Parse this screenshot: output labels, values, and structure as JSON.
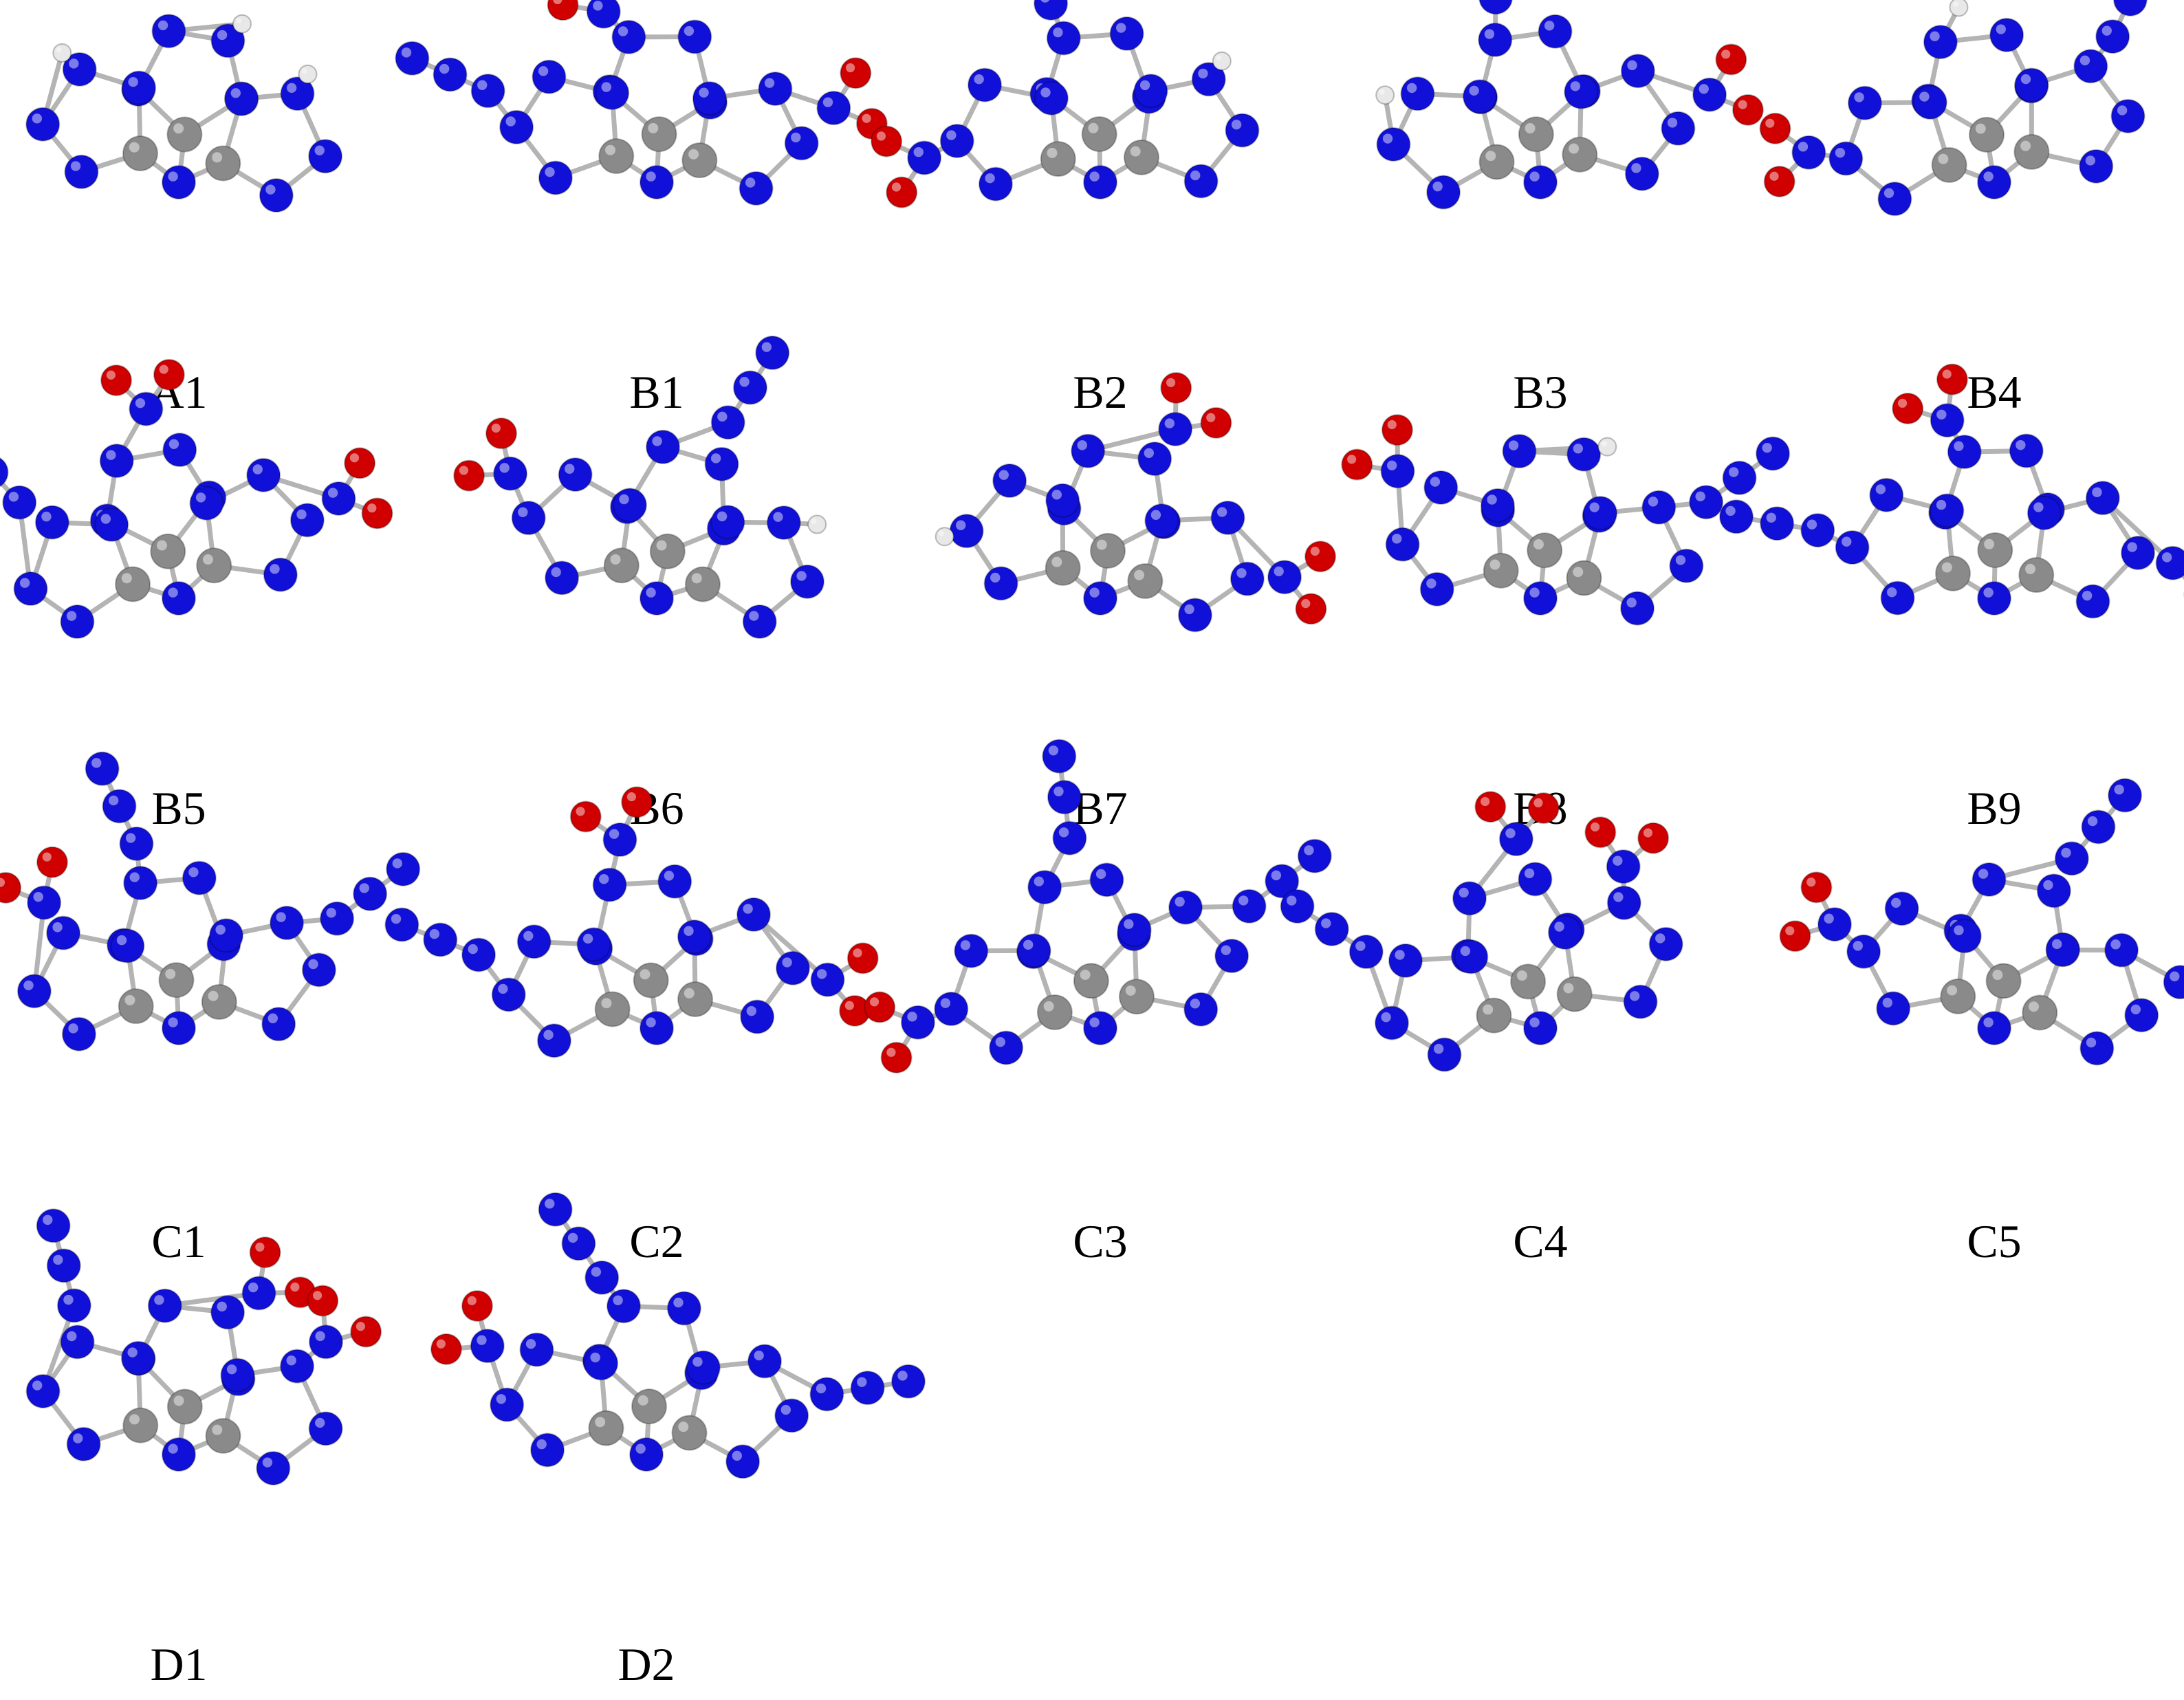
{
  "colors": {
    "nitrogen": "#1010d8",
    "carbon": "#8a8a8a",
    "oxygen": "#d00000",
    "hydrogen": "#e8e8e8",
    "bond": "#b4b4b4"
  },
  "structures": [
    {
      "label": "A1"
    },
    {
      "label": "B1"
    },
    {
      "label": "B2"
    },
    {
      "label": "B3"
    },
    {
      "label": "B4"
    },
    {
      "label": "B5"
    },
    {
      "label": "B6"
    },
    {
      "label": "B7"
    },
    {
      "label": "B8"
    },
    {
      "label": "B9"
    },
    {
      "label": "C1"
    },
    {
      "label": "C2"
    },
    {
      "label": "C3"
    },
    {
      "label": "C4"
    },
    {
      "label": "C5"
    },
    {
      "label": "D1"
    },
    {
      "label": "D2"
    }
  ]
}
